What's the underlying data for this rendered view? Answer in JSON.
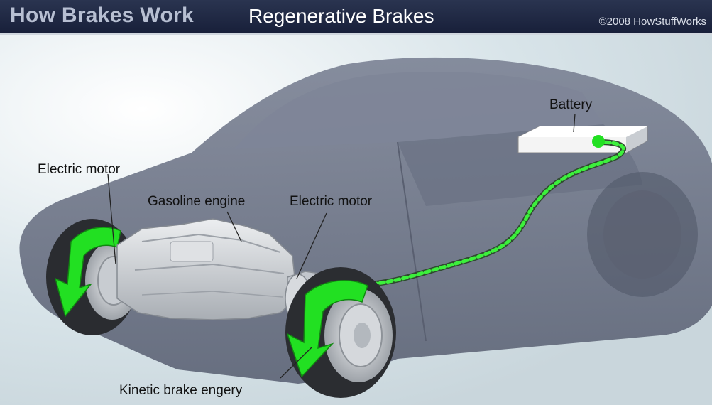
{
  "header": {
    "title": "How Brakes Work",
    "subtitle": "Regenerative Brakes",
    "copyright": "©2008 HowStuffWorks"
  },
  "labels": {
    "battery": "Battery",
    "front_motor": "Electric motor",
    "gasoline_engine": "Gasoline engine",
    "rear_motor": "Electric motor",
    "kinetic_energy": "Kinetic brake engery"
  },
  "colors": {
    "header_bg": "#1f2840",
    "body_bg": "#e4ecef",
    "car_body": "#6c7384",
    "arrow_green": "#22e022",
    "engine": "#d4d7db"
  }
}
